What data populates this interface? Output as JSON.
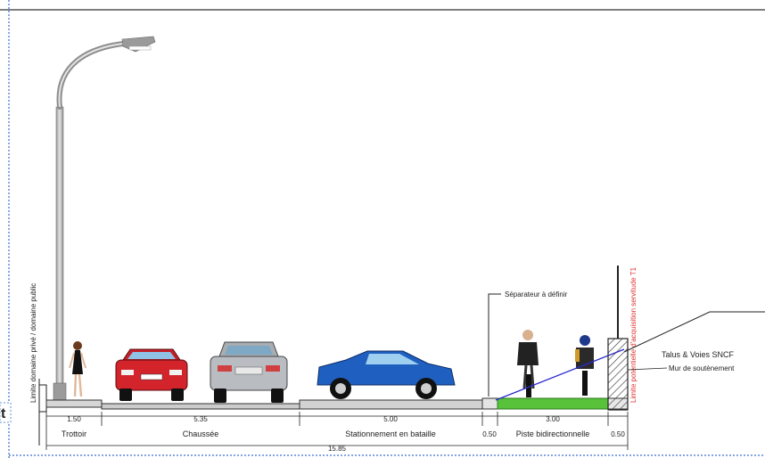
{
  "colors": {
    "line": "#222222",
    "pavement": "#cfcfcf",
    "grass": "#58c23a",
    "red_text": "#e03030",
    "blue_line": "#2a2ad0",
    "car_red": "#d3242c",
    "car_silver": "#b9bdc2",
    "car_blue": "#1f5fbf",
    "frame_dots": "#3a6fd0"
  },
  "labels": {
    "left_limit": "Limite domaine privé / domaine public",
    "right_limit": "Limite potentielle d'acquisition servitude T1",
    "separator": "Séparateur à définir",
    "talus": "Talus & Voies SNCF",
    "mur": "Mur de soutènement",
    "edge_letter": "t"
  },
  "segments": [
    {
      "width": "1.50",
      "label": "Trottoir"
    },
    {
      "width": "5.35",
      "label": "Chaussée"
    },
    {
      "width": "5.00",
      "label": "Stationnement en bataille"
    },
    {
      "width": "0.50",
      "label": "0.50"
    },
    {
      "width": "3.00",
      "label": "Piste bidirectionnelle"
    },
    {
      "width": "0.50",
      "label": "0.50"
    }
  ],
  "total_width": "15.85"
}
